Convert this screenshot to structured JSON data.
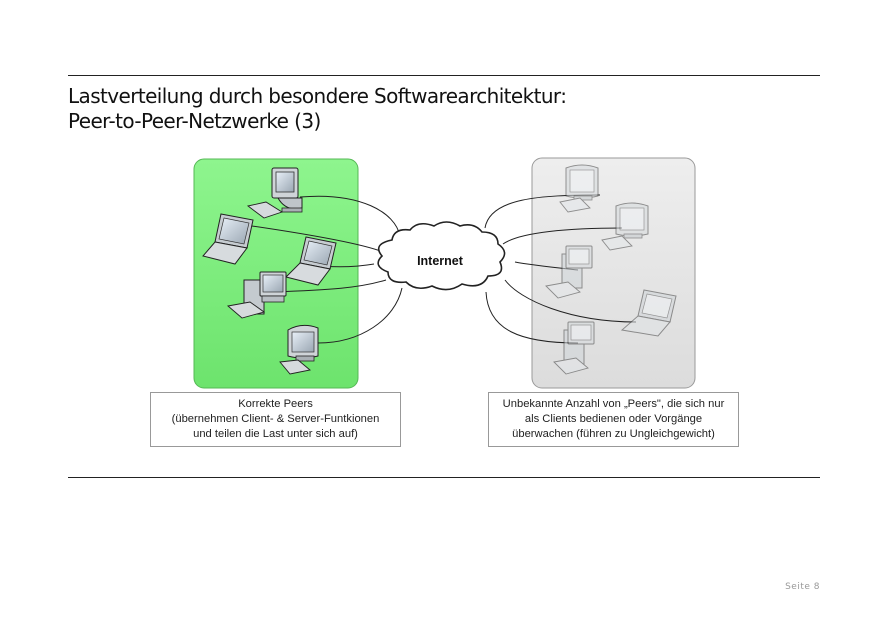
{
  "title": {
    "line1": "Lastverteilung durch besondere Softwarearchitektur:",
    "line2": "Peer-to-Peer-Netzwerke (3)"
  },
  "diagram": {
    "cloud_label": "Internet",
    "left_caption": {
      "line1": "Korrekte Peers",
      "line2": "(übernehmen Client- & Server-Funtkionen",
      "line3": "und teilen die Last unter sich auf)"
    },
    "right_caption": {
      "line1": "Unbekannte Anzahl von „Peers\", die sich nur",
      "line2": "als Clients bedienen oder Vorgänge",
      "line3": "überwachen (führen zu Ungleichgewicht)"
    },
    "colors": {
      "peer_group": "#7dee7d",
      "client_group": "#e6e6e6"
    },
    "icons": {
      "left": [
        "monitor-icon",
        "laptop-icon",
        "laptop-icon",
        "desktop-pc-icon",
        "monitor-icon"
      ],
      "right": [
        "monitor-icon",
        "monitor-icon",
        "desktop-pc-icon",
        "laptop-icon",
        "desktop-pc-icon"
      ]
    }
  },
  "page": {
    "number": "Seite 8"
  }
}
